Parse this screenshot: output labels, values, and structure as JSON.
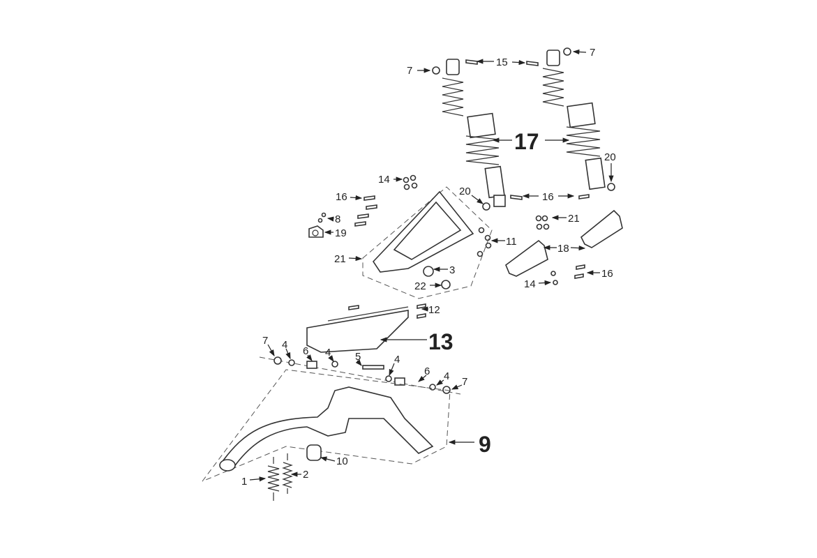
{
  "diagram": {
    "type": "exploded-parts-diagram",
    "labels": [
      "7",
      "15",
      "7",
      "17",
      "20",
      "14",
      "16",
      "20",
      "16",
      "8",
      "19",
      "21",
      "21",
      "11",
      "18",
      "3",
      "22",
      "14",
      "16",
      "12",
      "13",
      "7",
      "4",
      "6",
      "4",
      "5",
      "4",
      "6",
      "4",
      "7",
      "9",
      "10",
      "1",
      "2"
    ]
  }
}
